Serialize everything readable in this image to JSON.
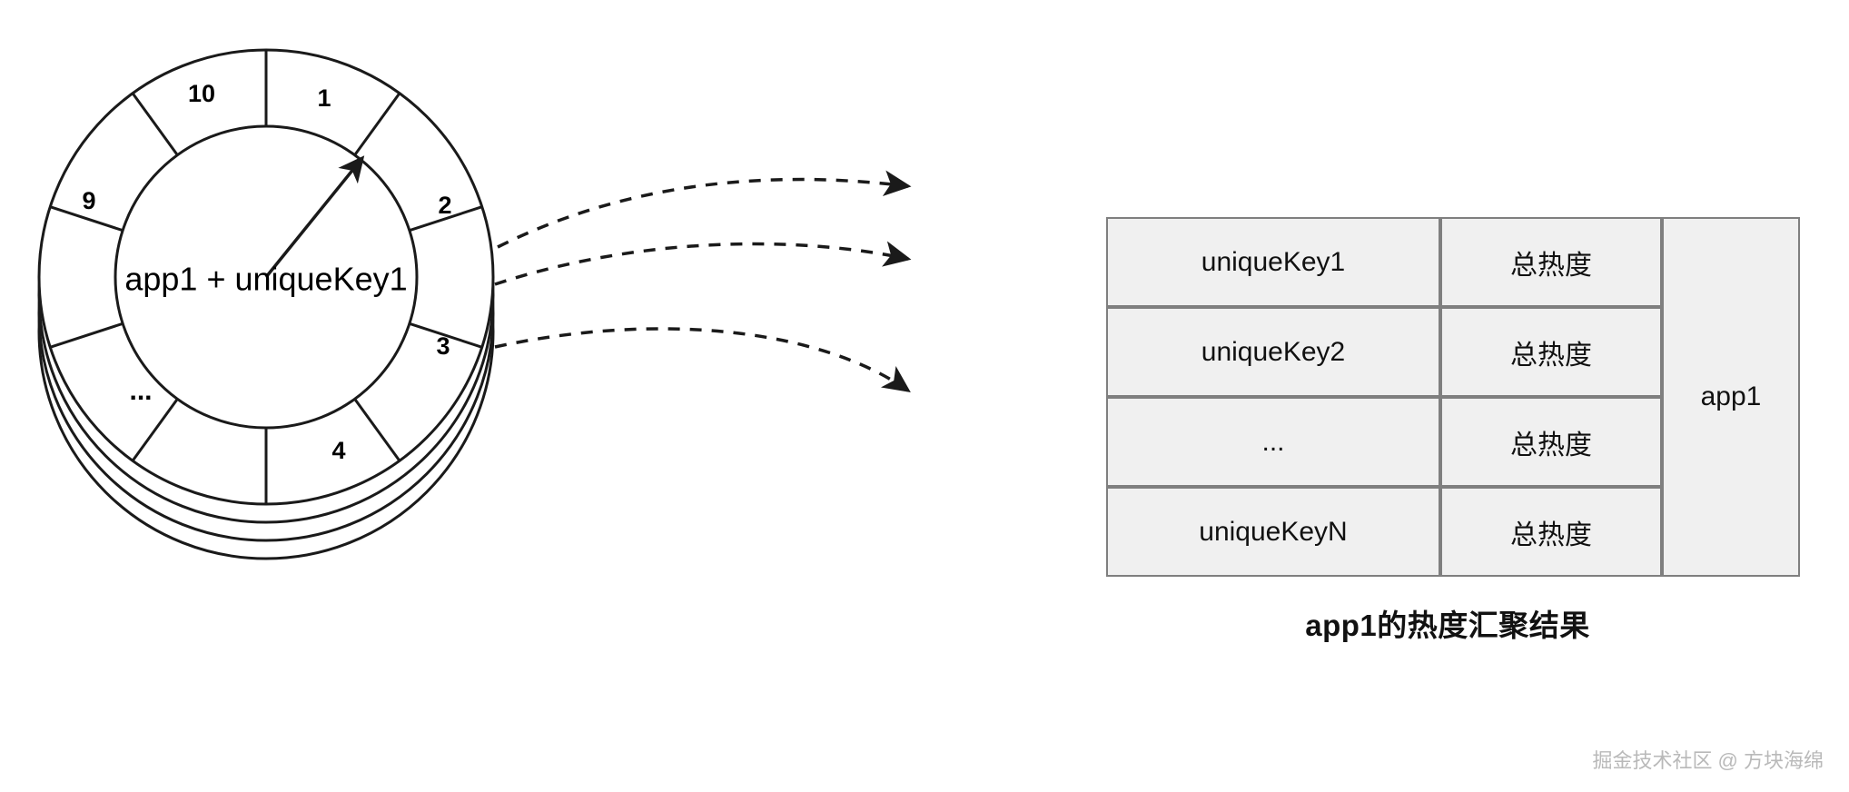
{
  "wheel": {
    "center_label": "app1 + uniqueKey1",
    "ellipsis": "...",
    "slot_count": 10,
    "slots": [
      {
        "index": 1,
        "label": "1"
      },
      {
        "index": 2,
        "label": "2"
      },
      {
        "index": 3,
        "label": "3"
      },
      {
        "index": 4,
        "label": "4"
      },
      {
        "index": 5,
        "label": ""
      },
      {
        "index": 6,
        "label": ""
      },
      {
        "index": 7,
        "label": ""
      },
      {
        "index": 8,
        "label": ""
      },
      {
        "index": 9,
        "label": "9"
      },
      {
        "index": 10,
        "label": "10"
      }
    ],
    "pointer_label": "time-wheel-hand",
    "stack_layers": 3
  },
  "connectors": {
    "count": 3,
    "style": "dashed-curved-arrow"
  },
  "table": {
    "rows": [
      {
        "key": "uniqueKey1",
        "heat": "总热度"
      },
      {
        "key": "uniqueKey2",
        "heat": "总热度"
      },
      {
        "key": "...",
        "heat": "总热度"
      },
      {
        "key": "uniqueKeyN",
        "heat": "总热度"
      }
    ],
    "app_cell": "app1"
  },
  "caption": "app1的热度汇聚结果",
  "watermark": "掘金技术社区 @ 方块海绵",
  "colors": {
    "stroke": "#1a1a1a",
    "table_fill": "#f0f0f0",
    "table_border": "#7f7f7f",
    "watermark": "#b9b9b9",
    "background": "#ffffff"
  }
}
